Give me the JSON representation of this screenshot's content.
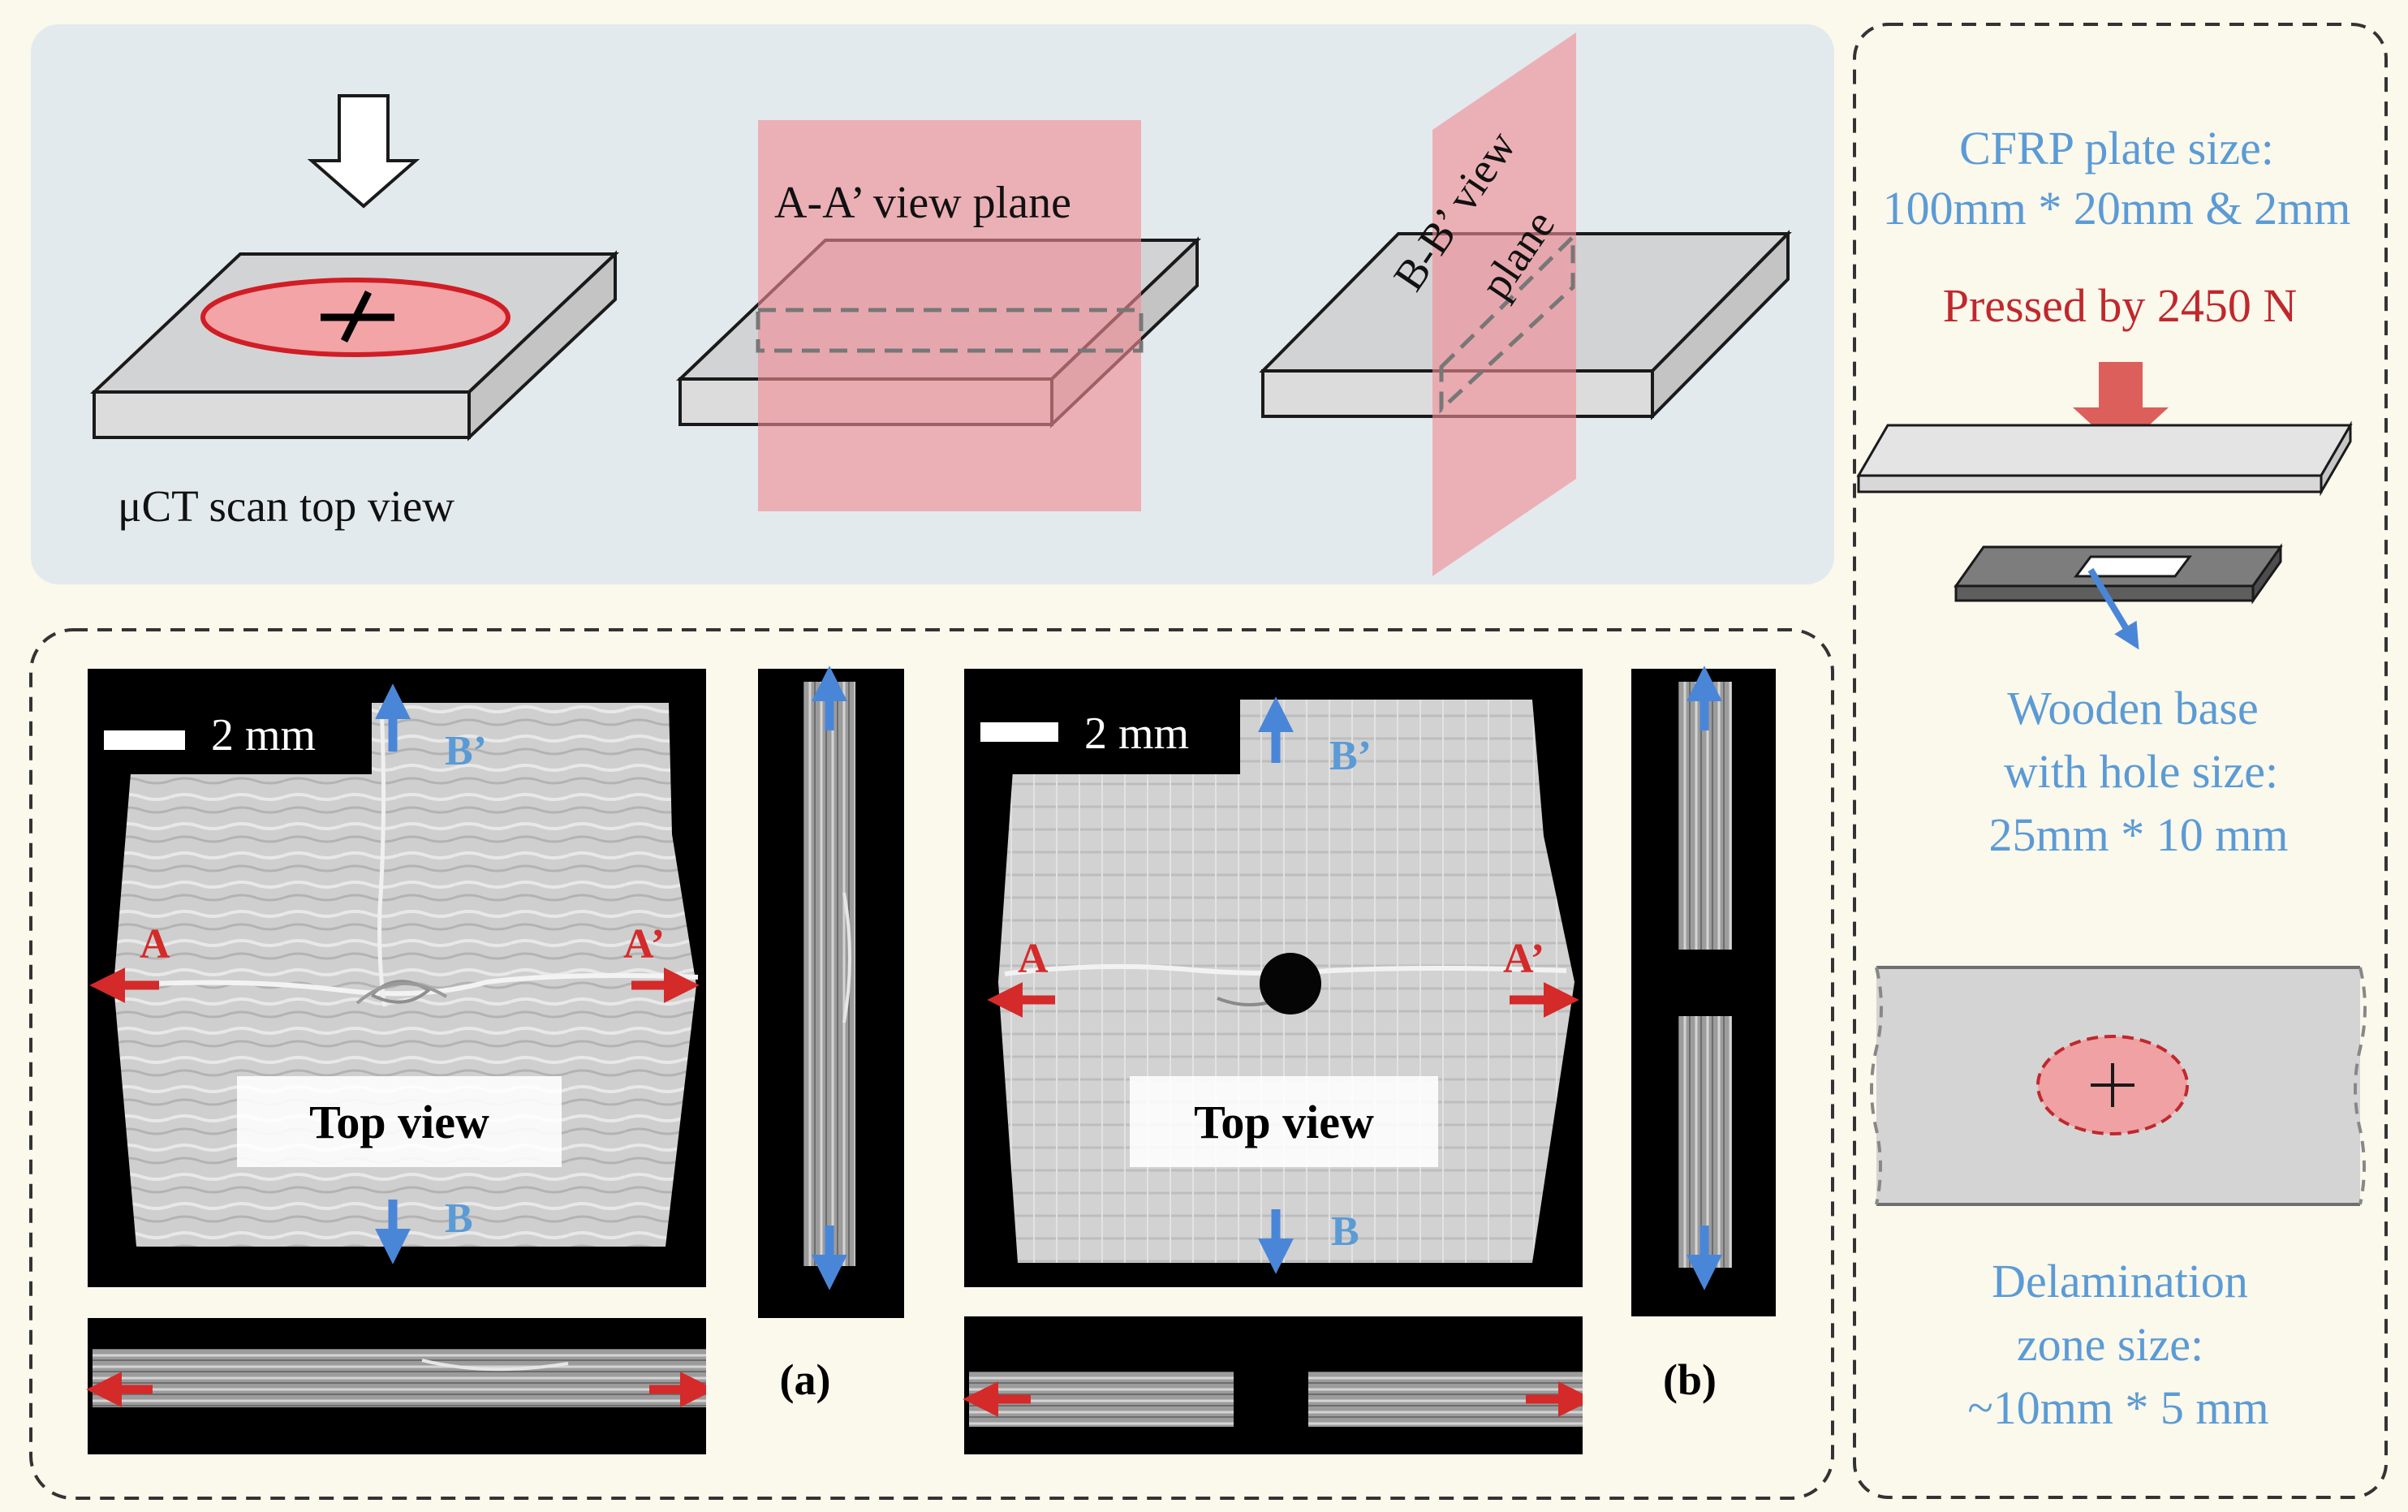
{
  "top_panel": {
    "view1_caption": "μCT scan top view",
    "view2_label": "A-A’ view plane",
    "view3_label_line1": "B-B’ view",
    "view3_label_line2": "plane"
  },
  "right_panel": {
    "plate_size_line1": "CFRP plate size:",
    "plate_size_line2": "100mm * 20mm & 2mm",
    "load_text": "Pressed by 2450 N",
    "base_line1": "Wooden base",
    "base_line2": "with hole size:",
    "base_line3": "25mm * 10 mm",
    "zone_line1": "Delamination",
    "zone_line2": "zone size:",
    "zone_line3": "~10mm * 5 mm"
  },
  "scan_a": {
    "scale_label": "2 mm",
    "top_view_label": "Top view",
    "label_a": "A",
    "label_a_prime": "A’",
    "label_b": "B",
    "label_b_prime": "B’",
    "panel_label": "(a)"
  },
  "scan_b": {
    "scale_label": "2 mm",
    "top_view_label": "Top view",
    "label_a": "A",
    "label_a_prime": "A’",
    "label_b": "B",
    "label_b_prime": "B’",
    "panel_label": "(b)"
  },
  "colors": {
    "text_blue": "#5b9bd5",
    "text_red": "#c0282d",
    "arrow_blue": "#4a86d8",
    "arrow_red": "#d42a2a",
    "view_plane_pink": "#f08c94",
    "top_panel_bg": "#e3eaed",
    "bottom_bg": "#fbf8ec"
  }
}
